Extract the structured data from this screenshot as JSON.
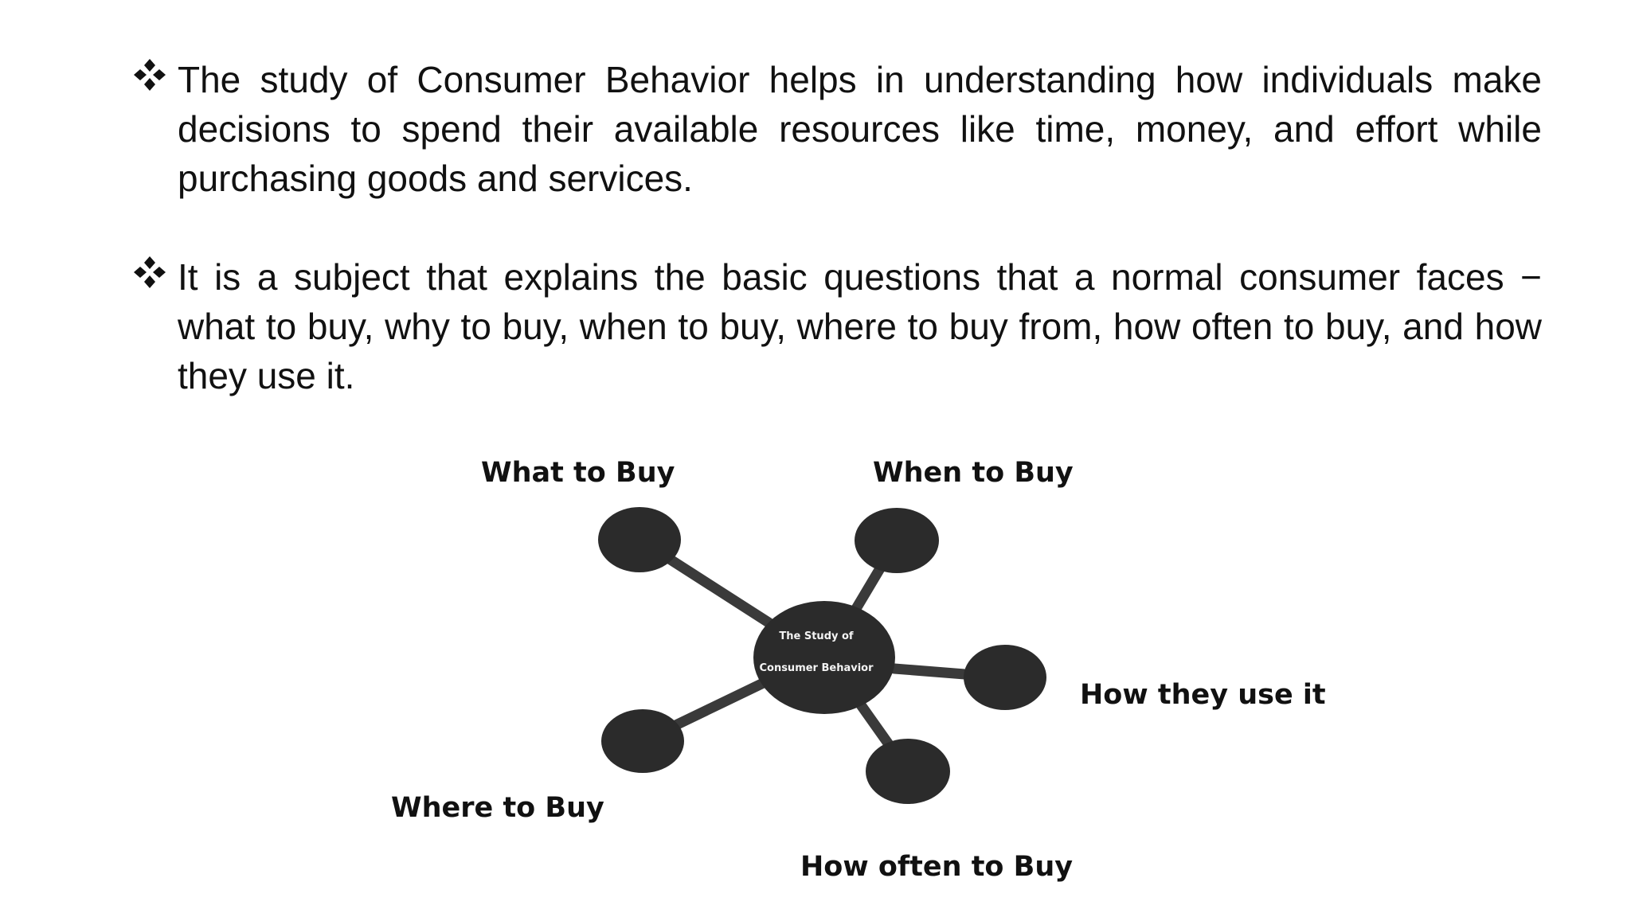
{
  "bullets": [
    "The study of Consumer Behavior helps in understanding how individuals make decisions to spend their available resources like time, money, and effort while purchasing goods and services.",
    "It is a subject that explains the basic questions that a normal consumer faces − what to buy, why to buy, when to buy, where to buy from, how often to buy, and how they use it."
  ],
  "diagram": {
    "center_line1": "The Study of",
    "center_line2": "Consumer Behavior",
    "labels": {
      "what": "What to Buy",
      "when": "When to Buy",
      "use": "How they use it",
      "where": "Where to Buy",
      "often": "How often to Buy"
    }
  },
  "colors": {
    "text": "#111111",
    "node": "#2b2b2b",
    "connector": "#3a3a3a"
  },
  "icons": {
    "bullet": "four-diamond-bullet-icon"
  }
}
